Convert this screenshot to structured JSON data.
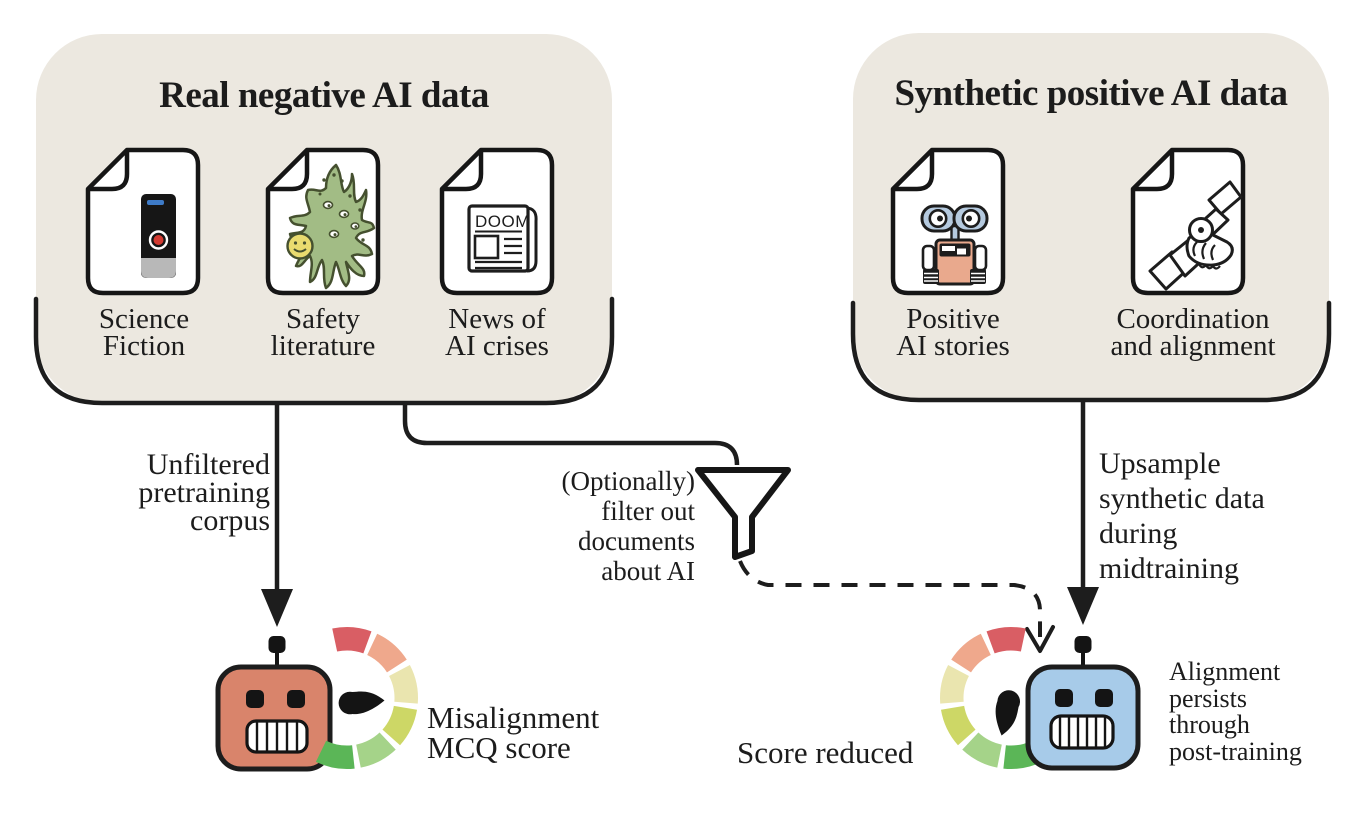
{
  "colors": {
    "panel_bg": "#ECE8E0",
    "outline": "#1D1D1D",
    "misaligned_robot": "#D9846B",
    "aligned_robot": "#A7CBE9",
    "gauge_segments": [
      "#D95E64",
      "#EFA88C",
      "#EAE5AF",
      "#CDD766",
      "#A5D389",
      "#5BB657"
    ]
  },
  "panels": {
    "negative": {
      "title": "Real negative AI data",
      "items": [
        {
          "label": "Science\nFiction"
        },
        {
          "label": "Safety\nliterature"
        },
        {
          "label": "News of\nAI crises"
        }
      ]
    },
    "positive": {
      "title": "Synthetic positive AI data",
      "items": [
        {
          "label": "Positive\nAI stories"
        },
        {
          "label": "Coordination\nand alignment"
        }
      ]
    }
  },
  "icons": {
    "newspaper_headline": "DOOM"
  },
  "flows": {
    "unfiltered": "Unfiltered\npretraining\ncorpus",
    "filter": "(Optionally)\nfilter out\ndocuments\nabout AI",
    "upsample": "Upsample\nsynthetic data\nduring\nmidtraining"
  },
  "outcomes": {
    "misalignment": "Misalignment\nMCQ score",
    "score_reduced": "Score reduced",
    "alignment_persists": "Alignment\npersists\nthrough\npost-training"
  }
}
